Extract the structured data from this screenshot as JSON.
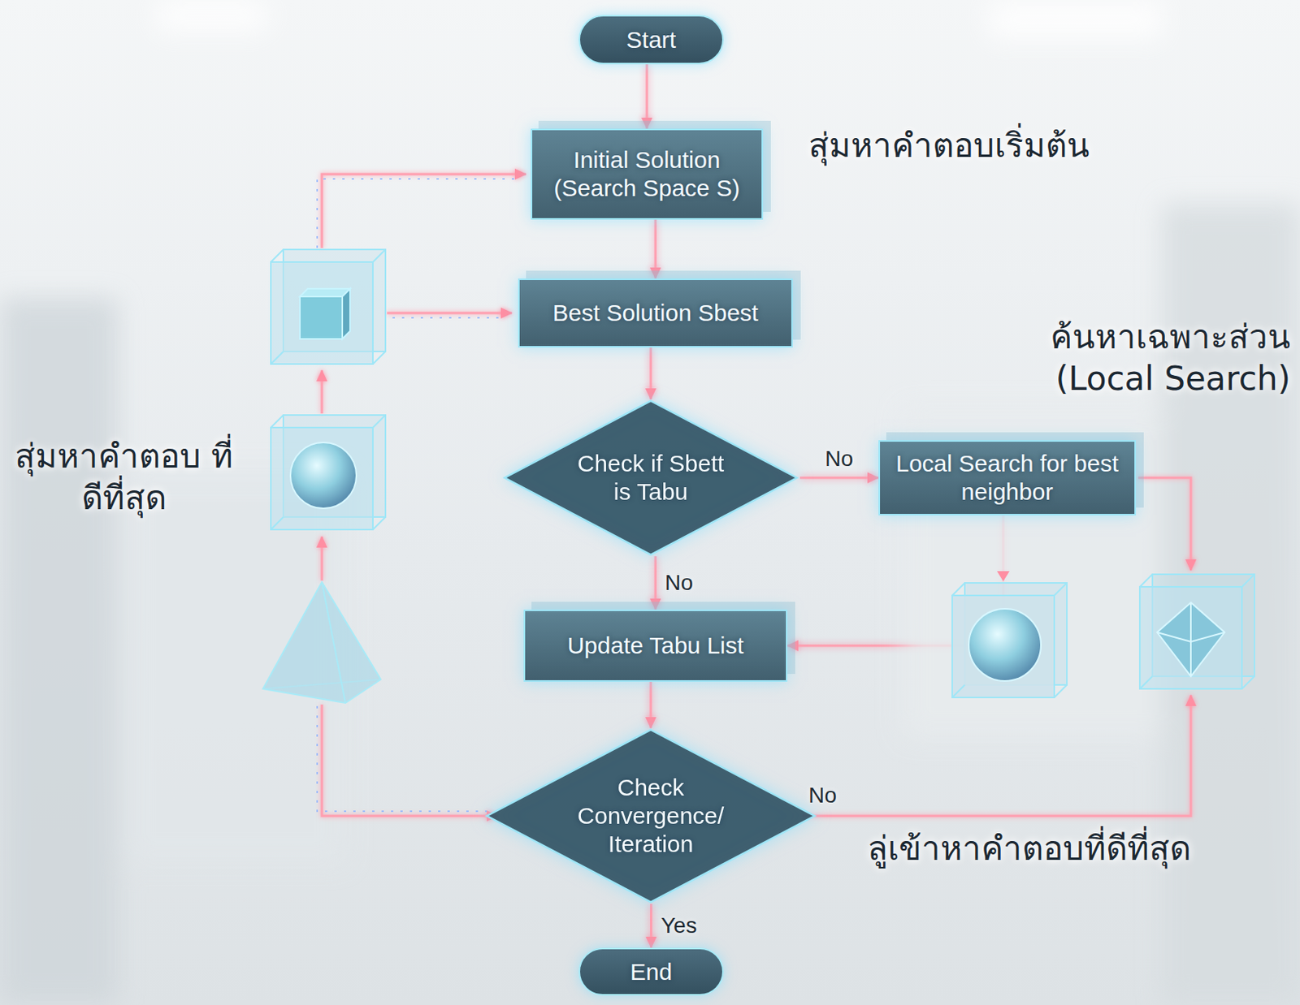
{
  "diagram": {
    "nodes": [
      {
        "text": [
          "Start"
        ]
      },
      {
        "text": [
          "Initial Solution (Search Space S)"
        ]
      },
      {
        "text": [
          "Best Solution Sbest"
        ]
      },
      {
        "text": [
          "Check if Sbett is Tabu"
        ]
      },
      {
        "text": [
          "Local Search for best neighbor"
        ]
      },
      {
        "text": [
          "Update Tabu List"
        ]
      },
      {
        "text": [
          "Check Convergence/ Iteration"
        ]
      },
      {
        "text": [
          "End"
        ]
      }
    ],
    "edges": [
      {
        "from": 0,
        "to": 1,
        "arrow": "to"
      },
      {
        "from": 1,
        "to": 2,
        "arrow": "to"
      },
      {
        "from": 2,
        "to": 3,
        "arrow": "to"
      },
      {
        "from": 3,
        "to": 4,
        "arrow": "to",
        "label": "No"
      },
      {
        "from": 3,
        "to": 5,
        "arrow": "to",
        "label": "No"
      },
      {
        "from": 4,
        "to": 5,
        "arrow": "to"
      },
      {
        "from": 5,
        "to": 6,
        "arrow": "to"
      },
      {
        "from": 6,
        "to": 7,
        "arrow": "to",
        "label": "Yes"
      }
    ],
    "labels": [
      "สุ่มหาคำตอบเริ่มต้น",
      "ค้นหาเฉพาะส่วน (Local Search)",
      "สุ่มหาคำตอบ ที่ดีที่สุด",
      "No",
      "ลู่เข้าหาคำตอบที่ดีที่สุด"
    ]
  }
}
